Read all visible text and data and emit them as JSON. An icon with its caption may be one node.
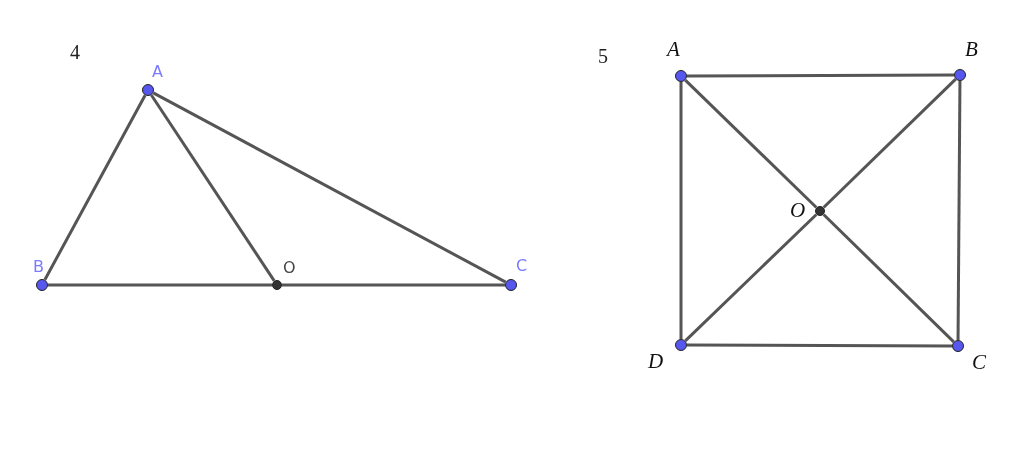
{
  "diagram": {
    "nodes": [
      {
        "text": [],
        "shape": "circle",
        "beside": [
          "A"
        ]
      },
      {
        "text": [],
        "shape": "circle",
        "beside": [
          "B"
        ]
      },
      {
        "text": [],
        "shape": "circle",
        "beside": [
          "O"
        ]
      },
      {
        "text": [],
        "shape": "circle",
        "beside": [
          "C"
        ]
      },
      {
        "text": [],
        "shape": "circle",
        "beside": [
          "A"
        ]
      },
      {
        "text": [],
        "shape": "circle",
        "beside": [
          "B"
        ]
      },
      {
        "text": [],
        "shape": "circle",
        "beside": [
          "O"
        ]
      },
      {
        "text": [],
        "shape": "circle",
        "beside": [
          "D"
        ]
      },
      {
        "text": [],
        "shape": "circle",
        "beside": [
          "C"
        ]
      }
    ],
    "edges": [
      {
        "from": 0,
        "to": 1,
        "arrow": "none"
      },
      {
        "from": 0,
        "to": 2,
        "arrow": "none"
      },
      {
        "from": 0,
        "to": 3,
        "arrow": "none"
      },
      {
        "from": 1,
        "to": 2,
        "arrow": "none"
      },
      {
        "from": 2,
        "to": 3,
        "arrow": "none"
      },
      {
        "from": 4,
        "to": 5,
        "arrow": "none"
      },
      {
        "from": 4,
        "to": 7,
        "arrow": "none"
      },
      {
        "from": 5,
        "to": 8,
        "arrow": "none"
      },
      {
        "from": 7,
        "to": 8,
        "arrow": "none"
      },
      {
        "from": 4,
        "to": 6,
        "arrow": "none"
      },
      {
        "from": 6,
        "to": 8,
        "arrow": "none"
      },
      {
        "from": 5,
        "to": 6,
        "arrow": "none"
      },
      {
        "from": 6,
        "to": 7,
        "arrow": "none"
      }
    ],
    "labels": [
      "4",
      "5"
    ]
  }
}
